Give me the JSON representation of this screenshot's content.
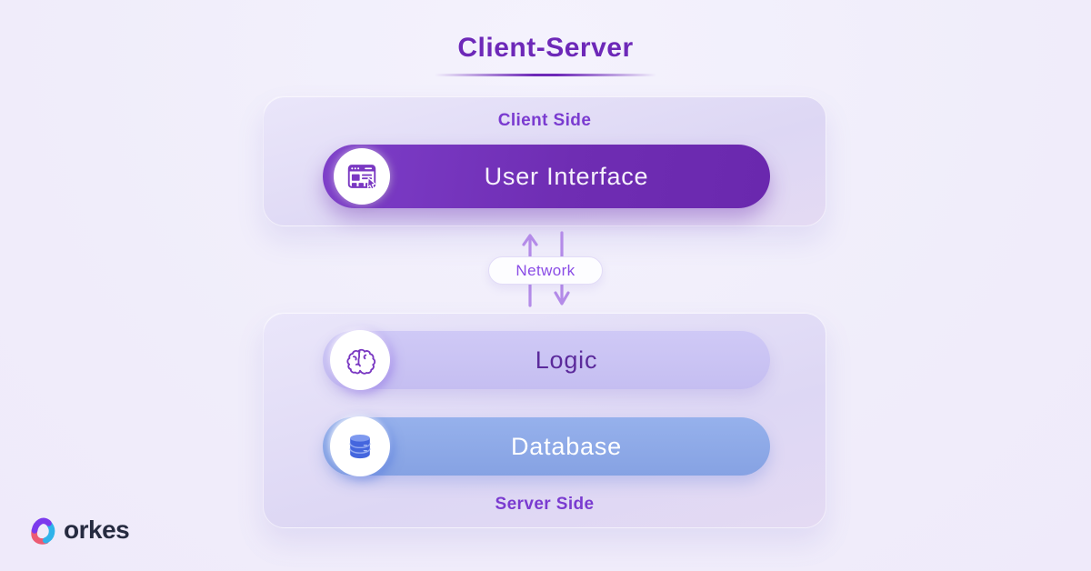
{
  "title": "Client-Server",
  "client_panel": {
    "label": "Client Side",
    "items": [
      {
        "label": "User Interface",
        "icon": "browser-cursor-icon"
      }
    ]
  },
  "network": {
    "label": "Network",
    "arrows": [
      "up",
      "down"
    ]
  },
  "server_panel": {
    "label": "Server Side",
    "items": [
      {
        "label": "Logic",
        "icon": "brain-icon"
      },
      {
        "label": "Database",
        "icon": "database-icon"
      }
    ]
  },
  "branding": {
    "logo_text": "orkes"
  },
  "colors": {
    "background": "#f1eefb",
    "title": "#6d28b8",
    "panel_background": "#e2ddf6",
    "panel_label": "#7a3bd0",
    "ui_pill": "#6f2db3",
    "ui_pill_text": "#f6f1fc",
    "logic_pill": "#c9c3f3",
    "logic_text": "#5b2a9b",
    "database_pill": "#8ca9e8",
    "database_text": "#ffffff",
    "network_text": "#8a4ce6",
    "arrow": "#b48be8",
    "icon_purple": "#7a38c2",
    "icon_blue": "#4466de",
    "logo_text_color": "#262b40"
  }
}
